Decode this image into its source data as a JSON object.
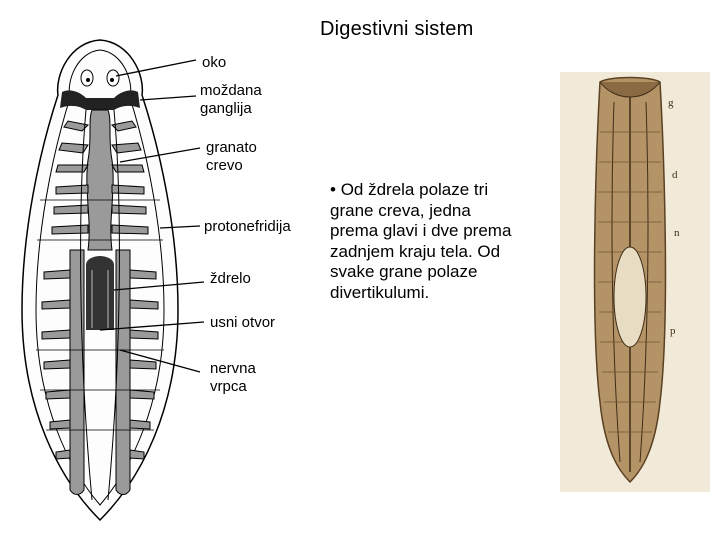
{
  "slide": {
    "title": "Digestivni sistem",
    "bullet_marker": "•",
    "bullet_text": "Od ždrela polaze tri grane creva, jedna prema glavi i dve prema zadnjem kraju tela. Od svake grane polaze divertikulumi."
  },
  "diagram": {
    "labels": {
      "eye": "oko",
      "ganglia_1": "moždana",
      "ganglia_2": "ganglija",
      "gut_1": "granato",
      "gut_2": "crevo",
      "protonephridia": "protonefridija",
      "pharynx": "ždrelo",
      "mouth": "usni otvor",
      "nerve_1": "nervna",
      "nerve_2": "vrpca"
    }
  },
  "photo": {
    "letters": {
      "g": "g",
      "d": "d",
      "n": "n",
      "p": "p"
    }
  },
  "colors": {
    "gut_fill": "#9a9a9a",
    "pharynx_fill": "#333333",
    "photo_bg": "#f2ead8",
    "photo_body": "#b49467"
  }
}
